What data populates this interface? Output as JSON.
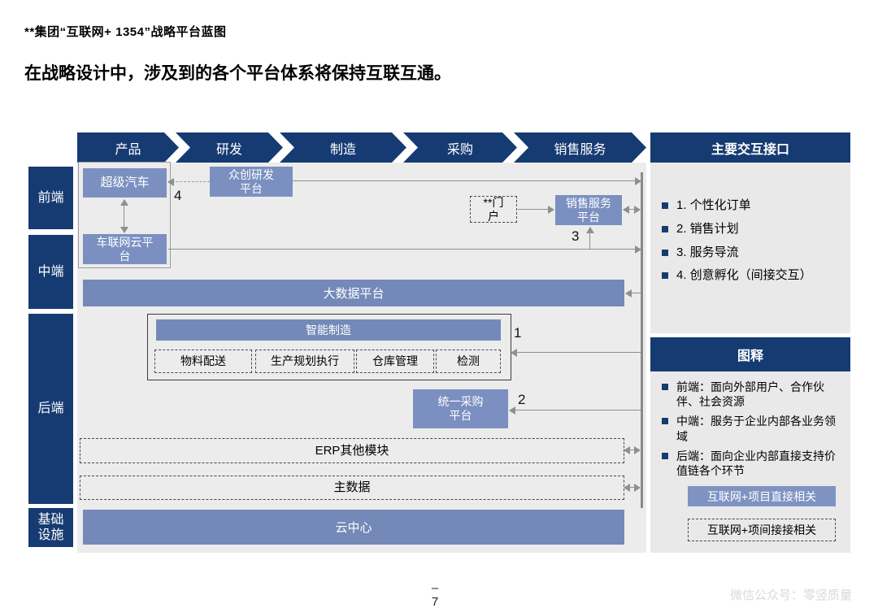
{
  "page": {
    "kicker": "**集团“互联网+ 1354”战略平台蓝图",
    "subtitle": "在战略设计中，涉及到的各个平台体系将保持互联互通。",
    "page_dash": "–",
    "page_number": "7",
    "watermark": "微信公众号：零竖质量"
  },
  "colors": {
    "navy": "#163B72",
    "medium_blue": "#7B90C0",
    "bar_blue": "#7489B8",
    "panel_gray": "#E9E9E9",
    "canvas_gray": "#ECECEC",
    "connector_gray": "#8F8F8F"
  },
  "flow": {
    "stages": [
      "产品",
      "研发",
      "制造",
      "采购",
      "销售服务"
    ]
  },
  "rows": {
    "front": "前端",
    "middle": "中端",
    "back": "后端",
    "infra": "基础设施"
  },
  "diagram": {
    "super_car": "超级汽车",
    "car_cloud": "车联网云平台",
    "crowd_rd": "众创研发平台",
    "portal": "**门户",
    "sales_service": "销售服务平台",
    "big_data": "大数据平台",
    "smart_mfg": "智能制造",
    "modules": [
      "物料配送",
      "生产规划执行",
      "仓库管理",
      "检测"
    ],
    "procurement": "统一采购平台",
    "erp": "ERP其他模块",
    "master_data": "主数据",
    "cloud_center": "云中心",
    "markers": {
      "m1": "1",
      "m2": "2",
      "m3": "3",
      "m4": "4"
    }
  },
  "interfaces": {
    "title": "主要交互接口",
    "items": [
      "1. 个性化订单",
      "2. 销售计划",
      "3. 服务导流",
      "4. 创意孵化（间接交互）"
    ]
  },
  "legend": {
    "title": "图释",
    "items": [
      "前端：面向外部用户、合作伙伴、社会资源",
      "中端：服务于企业内部各业务领域",
      "后端：面向企业内部直接支持价值链各个环节"
    ],
    "direct": "互联网+项目直接相关",
    "indirect": "互联网+项间接接相关"
  }
}
